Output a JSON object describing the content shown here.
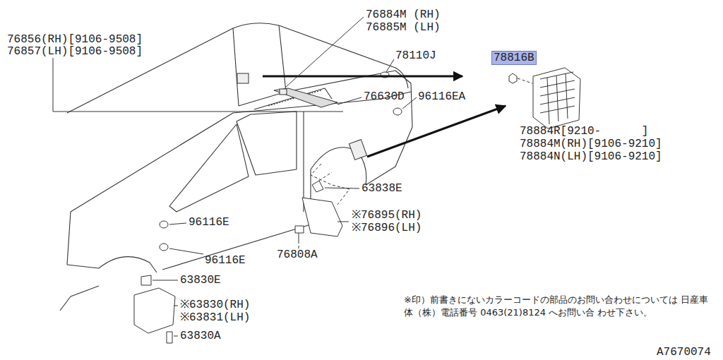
{
  "diagram": {
    "nodes": [
      {
        "text": [
          "78816B"
        ]
      }
    ],
    "labels": [
      "76884M (RH)",
      "76885M (LH)",
      "76856(RH)[9106-9508]",
      "76857(LH)[9106-9508]",
      "78110J",
      "76630D",
      "96116EA",
      "78884R[9210-      ]",
      "78884M(RH)[9106-9210]",
      "78884N(LH)[9106-9210]",
      "63838E",
      "※76895(RH)",
      "※76896(LH)",
      "96116E",
      "96116E",
      "76808A",
      "63830E",
      "※63830(RH)",
      "※63831(LH)",
      "63830A",
      "※印）前書きにないカラーコードの部品のお問い合わせについては 日産車体（株）電話番号 0463(21)8124 へお問い合 わせ下さい。",
      "A7670074"
    ]
  }
}
